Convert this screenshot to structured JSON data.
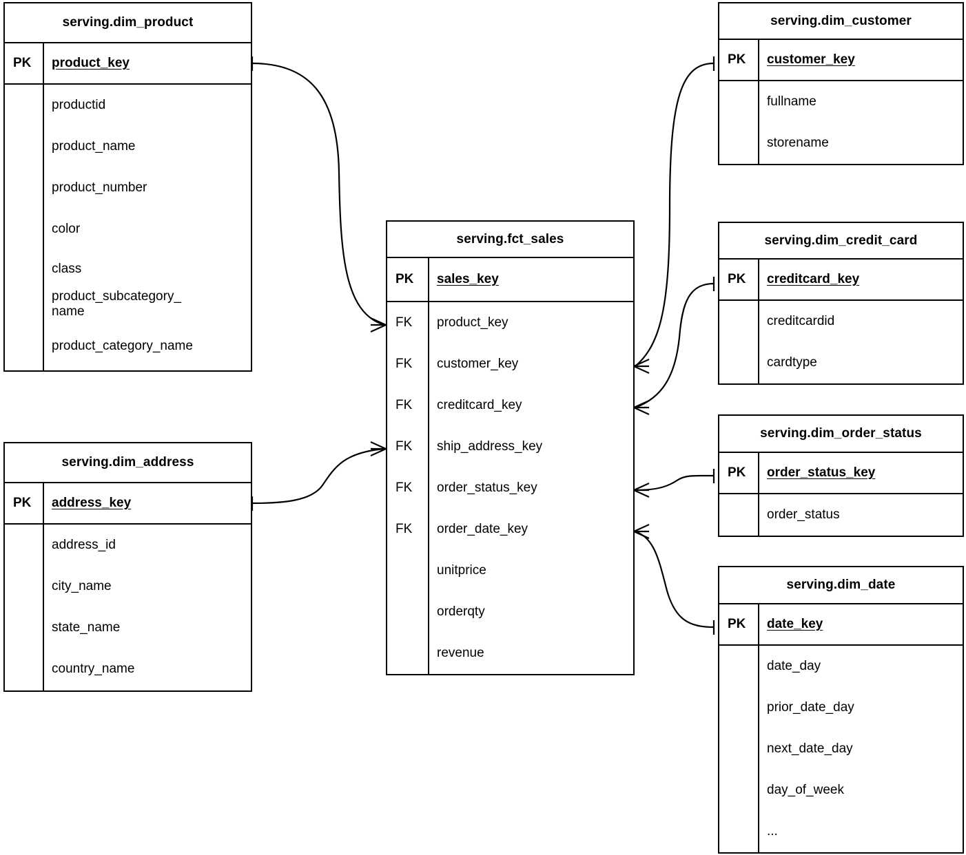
{
  "diagram": {
    "type": "entity-relationship-diagram",
    "notation": "crow's-foot",
    "background_color": "#ffffff",
    "line_color": "#000000"
  },
  "entities": {
    "dim_product": {
      "title": "serving.dim_product",
      "pk_label": "PK",
      "pk_field": "product_key",
      "attributes": [
        "productid",
        "product_name",
        "product_number",
        "color",
        "class",
        "product_subcategory_\nname",
        "product_category_name"
      ]
    },
    "dim_address": {
      "title": "serving.dim_address",
      "pk_label": "PK",
      "pk_field": "address_key",
      "attributes": [
        "address_id",
        "city_name",
        "state_name",
        "country_name"
      ]
    },
    "fct_sales": {
      "title": "serving.fct_sales",
      "pk_label": "PK",
      "pk_field": "sales_key",
      "fk_label": "FK",
      "foreign_keys": [
        "product_key",
        "customer_key",
        "creditcard_key",
        "ship_address_key",
        "order_status_key",
        "order_date_key"
      ],
      "measures": [
        "unitprice",
        "orderqty",
        "revenue"
      ]
    },
    "dim_customer": {
      "title": "serving.dim_customer",
      "pk_label": "PK",
      "pk_field": "customer_key",
      "attributes": [
        "fullname",
        "storename"
      ]
    },
    "dim_credit_card": {
      "title": "serving.dim_credit_card",
      "pk_label": "PK",
      "pk_field": "creditcard_key",
      "attributes": [
        "creditcardid",
        "cardtype"
      ]
    },
    "dim_order_status": {
      "title": "serving.dim_order_status",
      "pk_label": "PK",
      "pk_field": "order_status_key",
      "attributes": [
        "order_status"
      ]
    },
    "dim_date": {
      "title": "serving.dim_date",
      "pk_label": "PK",
      "pk_field": "date_key",
      "attributes": [
        "date_day",
        "prior_date_day",
        "next_date_day",
        "day_of_week",
        "..."
      ]
    }
  },
  "relationships": [
    {
      "name": "product-to-sales",
      "from": "dim_product.product_key",
      "to": "fct_sales.product_key",
      "from_cardinality": "one",
      "to_cardinality": "many"
    },
    {
      "name": "address-to-sales",
      "from": "dim_address.address_key",
      "to": "fct_sales.ship_address_key",
      "from_cardinality": "one",
      "to_cardinality": "many"
    },
    {
      "name": "customer-to-sales",
      "from": "dim_customer.customer_key",
      "to": "fct_sales.customer_key",
      "from_cardinality": "one",
      "to_cardinality": "many"
    },
    {
      "name": "creditcard-to-sales",
      "from": "dim_credit_card.creditcard_key",
      "to": "fct_sales.creditcard_key",
      "from_cardinality": "one",
      "to_cardinality": "many"
    },
    {
      "name": "orderstatus-to-sales",
      "from": "dim_order_status.order_status_key",
      "to": "fct_sales.order_status_key",
      "from_cardinality": "one",
      "to_cardinality": "many"
    },
    {
      "name": "date-to-sales",
      "from": "dim_date.date_key",
      "to": "fct_sales.order_date_key",
      "from_cardinality": "one",
      "to_cardinality": "many"
    }
  ]
}
